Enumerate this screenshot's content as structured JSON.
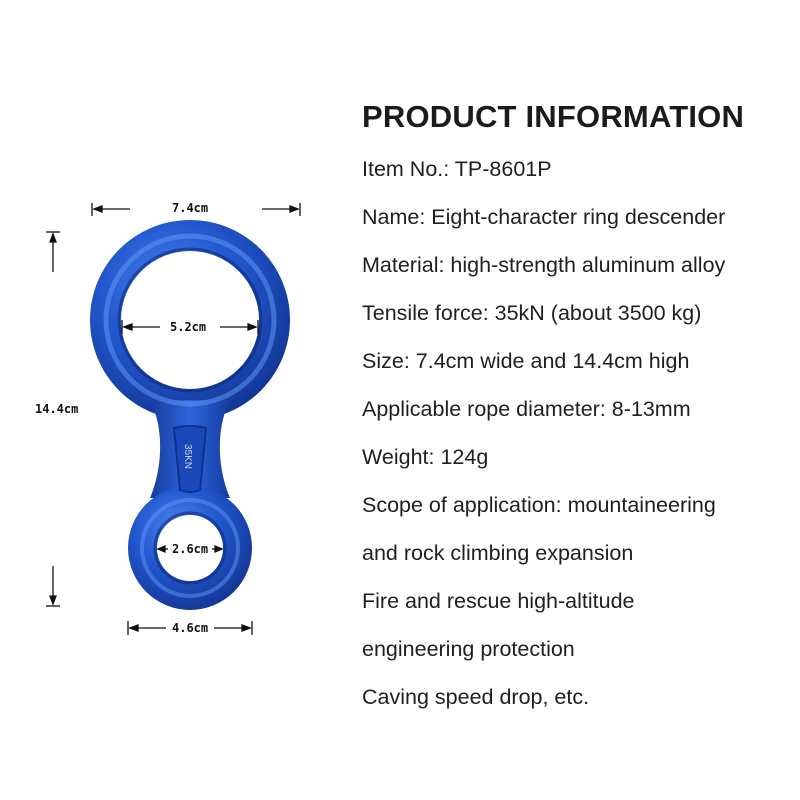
{
  "title": "PRODUCT INFORMATION",
  "info_lines": [
    "Item No.: TP-8601P",
    "Name: Eight-character ring descender",
    "Material: high-strength aluminum alloy",
    "Tensile force: 35kN (about 3500 kg)",
    "Size: 7.4cm wide and 14.4cm high",
    "Applicable rope diameter: 8-13mm",
    "Weight: 124g",
    "Scope of application: mountaineering",
    "and rock climbing expansion",
    "Fire and rescue high-altitude",
    "engineering protection",
    "Caving speed drop, etc."
  ],
  "figure": {
    "product_color": "#1f4fc4",
    "engraving": "35KN",
    "dimensions": {
      "total_width": "7.4cm",
      "total_height": "14.4cm",
      "large_ring_inner": "5.2cm",
      "small_ring_inner": "2.6cm",
      "small_ring_outer": "4.6cm"
    }
  }
}
